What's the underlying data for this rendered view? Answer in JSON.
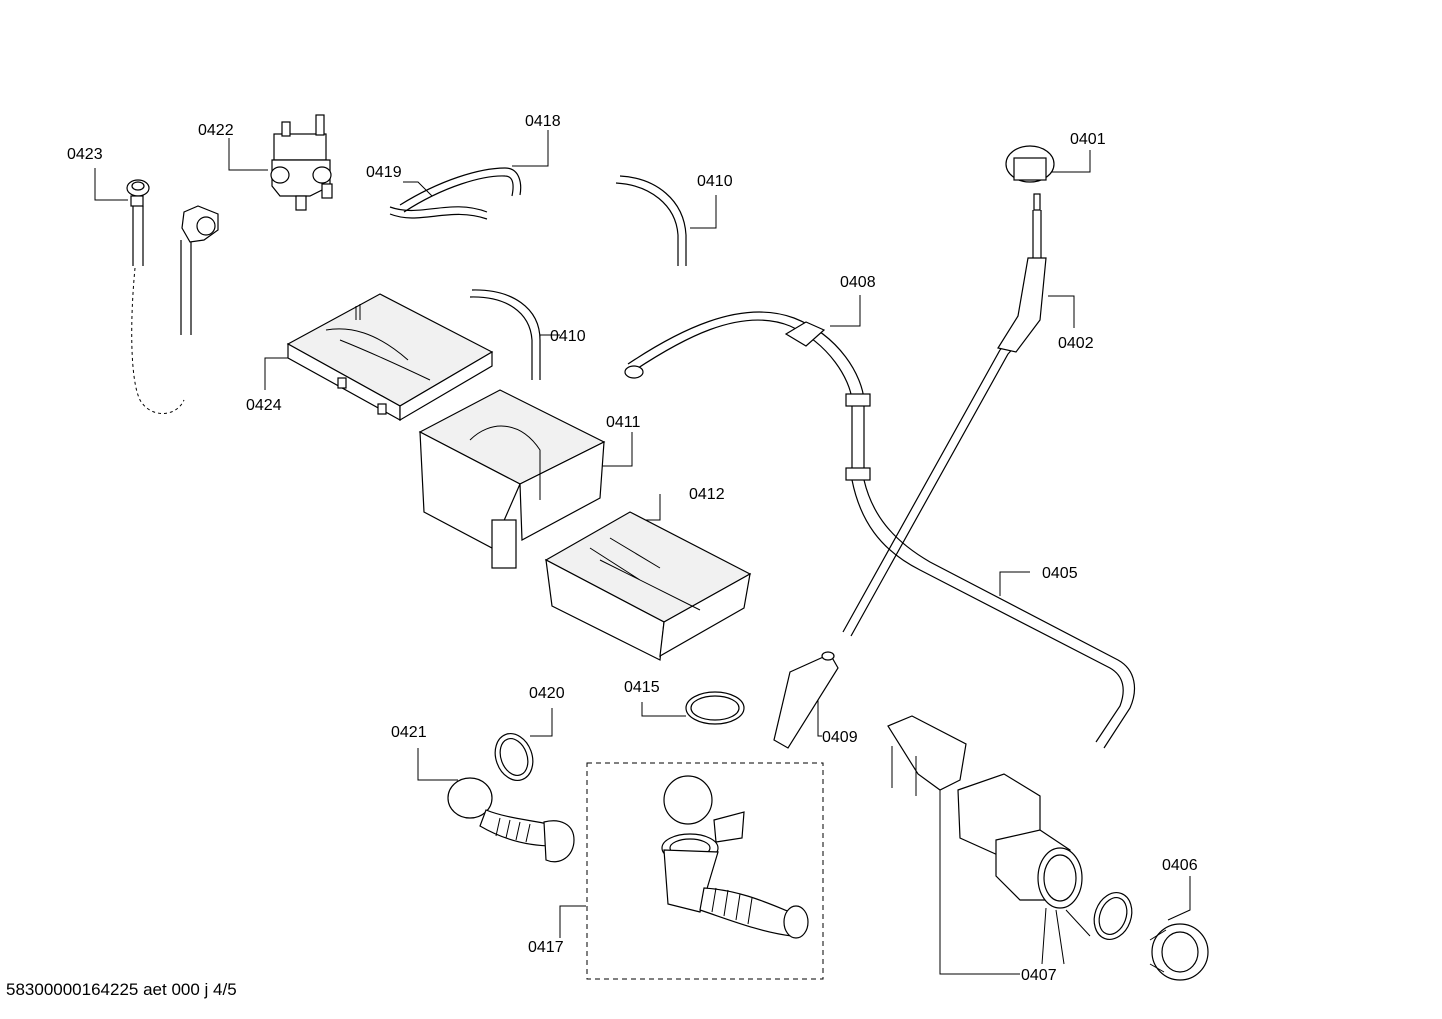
{
  "labels": {
    "p0401": "0401",
    "p0402": "0402",
    "p0405": "0405",
    "p0406": "0406",
    "p0407": "0407",
    "p0408": "0408",
    "p0409": "0409",
    "p0410a": "0410",
    "p0410b": "0410",
    "p0411": "0411",
    "p0412": "0412",
    "p0415": "0415",
    "p0417": "0417",
    "p0418": "0418",
    "p0419": "0419",
    "p0420": "0420",
    "p0421": "0421",
    "p0422": "0422",
    "p0423": "0423",
    "p0424": "0424"
  },
  "footer": "58300000164225 aet 000 j 4/5"
}
